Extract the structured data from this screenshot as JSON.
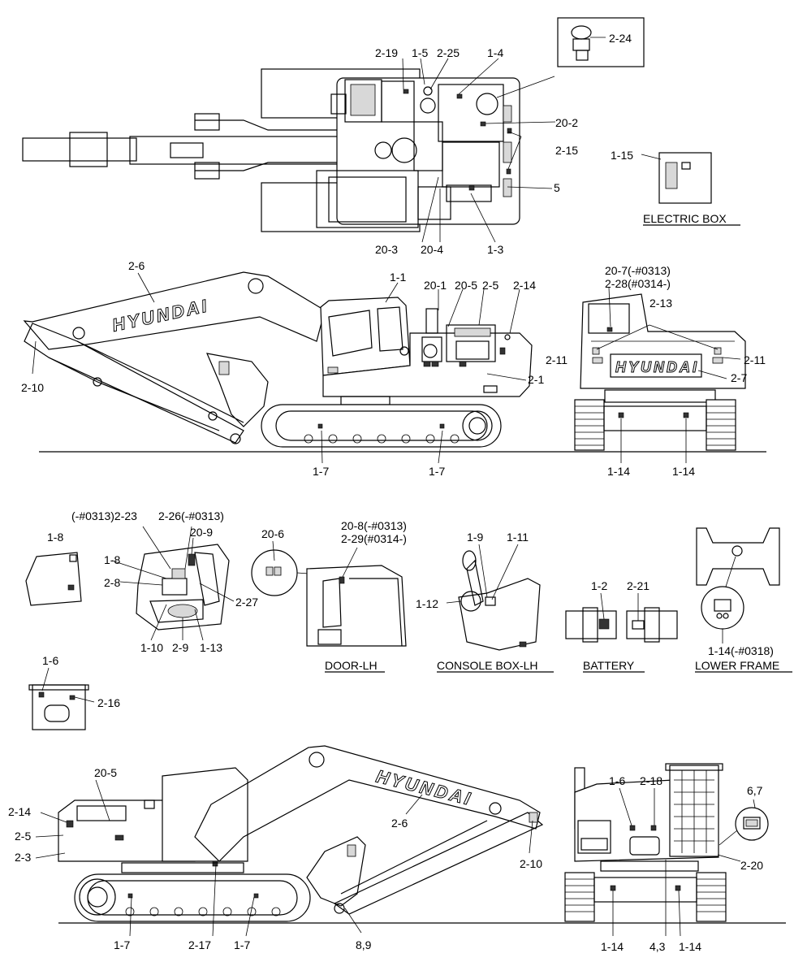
{
  "brand": "HYUNDAI",
  "captions": {
    "electric_box": "ELECTRIC BOX",
    "door_lh": "DOOR-LH",
    "console_box_lh": "CONSOLE BOX-LH",
    "battery": "BATTERY",
    "lower_frame": "LOWER FRAME"
  },
  "labels": {
    "top": [
      "2-24",
      "2-19",
      "1-5",
      "2-25",
      "1-4",
      "20-2",
      "2-15",
      "5",
      "1-15",
      "20-3",
      "20-4",
      "1-3"
    ],
    "side_lh": [
      "2-6",
      "1-1",
      "20-1",
      "20-5",
      "2-5",
      "2-14",
      "2-10",
      "2-1",
      "1-7",
      "1-7"
    ],
    "rear": [
      "20-7(-#0313)",
      "2-28(#0314-)",
      "2-13",
      "2-11",
      "2-11",
      "2-7",
      "1-14",
      "1-14"
    ],
    "cab": [
      "1-8",
      "(-#0313)2-23",
      "2-26(-#0313)",
      "20-9",
      "1-8",
      "2-8",
      "2-27",
      "1-10",
      "2-9",
      "1-13"
    ],
    "door": [
      "20-6",
      "20-8(-#0313)",
      "2-29(#0314-)"
    ],
    "console": [
      "1-9",
      "1-11",
      "1-12"
    ],
    "battery": [
      "1-2",
      "2-21"
    ],
    "lower": [
      "1-14(-#0318)"
    ],
    "panel": [
      "1-6",
      "2-16"
    ],
    "side_rh": [
      "20-5",
      "2-14",
      "2-5",
      "2-3",
      "2-6",
      "2-10",
      "1-7",
      "2-17",
      "1-7",
      "8,9"
    ],
    "front": [
      "1-6",
      "2-18",
      "6,7",
      "2-20",
      "1-14",
      "4,3",
      "1-14"
    ]
  }
}
